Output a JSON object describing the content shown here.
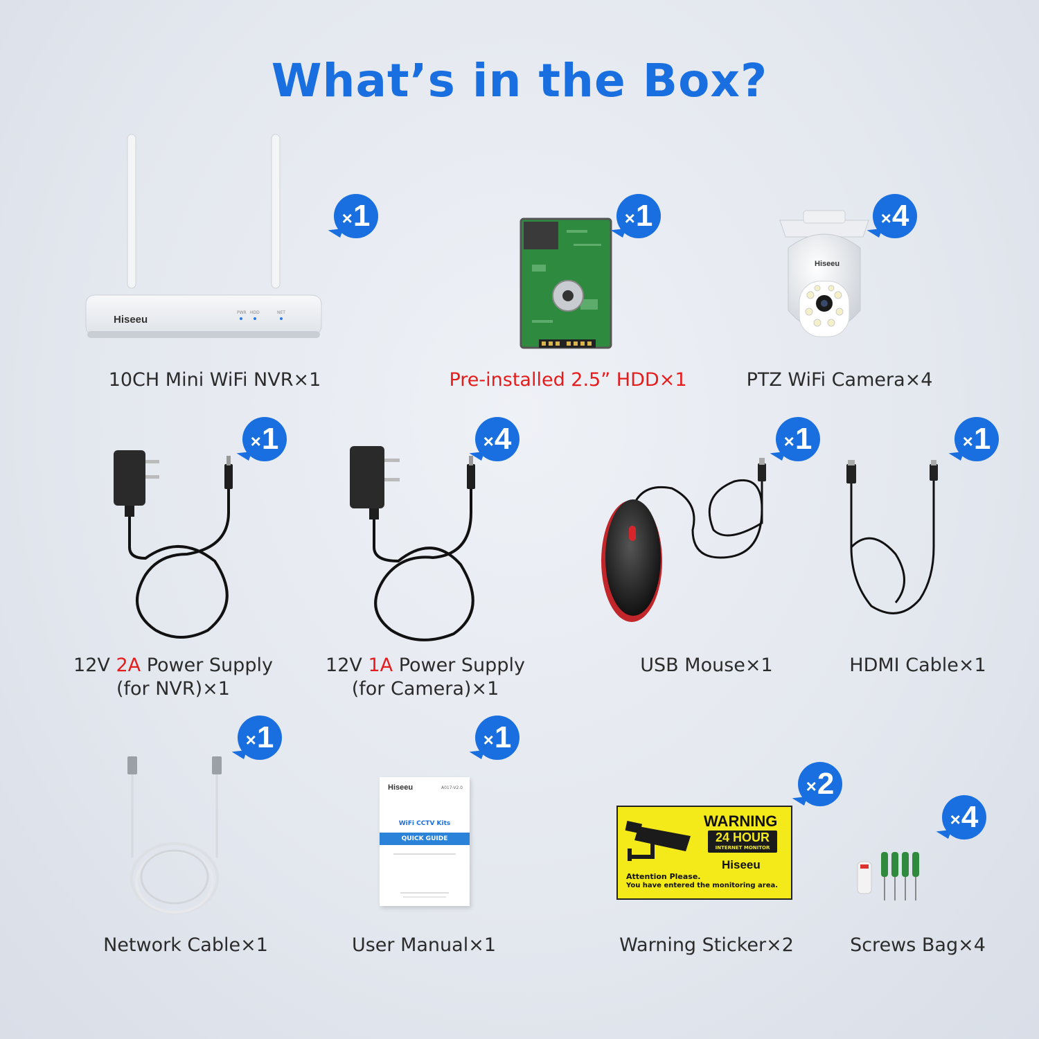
{
  "title": "What’s in the Box?",
  "brand": "Hiseeu",
  "items": [
    {
      "label": "10CH Mini WiFi NVR×1",
      "badge": {
        "x": "×",
        "n": "1"
      }
    },
    {
      "label": "Pre-installed 2.5” HDD×1",
      "badge": {
        "x": "×",
        "n": "1"
      }
    },
    {
      "label": "PTZ WiFi Camera×4",
      "badge": {
        "x": "×",
        "n": "4"
      }
    },
    {
      "label_a": "12V ",
      "label_hl": "2A",
      "label_b": " Power Supply",
      "label_line2": "(for NVR)×1",
      "badge": {
        "x": "×",
        "n": "1"
      }
    },
    {
      "label_a": "12V ",
      "label_hl": "1A",
      "label_b": " Power Supply",
      "label_line2": "(for Camera)×1",
      "badge": {
        "x": "×",
        "n": "4"
      }
    },
    {
      "label": "USB Mouse×1",
      "badge": {
        "x": "×",
        "n": "1"
      }
    },
    {
      "label": "HDMI Cable×1",
      "badge": {
        "x": "×",
        "n": "1"
      }
    },
    {
      "label": "Network Cable×1",
      "badge": {
        "x": "×",
        "n": "1"
      }
    },
    {
      "label": "User Manual×1",
      "badge": {
        "x": "×",
        "n": "1"
      }
    },
    {
      "label": "Warning Sticker×2",
      "badge": {
        "x": "×",
        "n": "2"
      }
    },
    {
      "label": "Screws Bag×4",
      "badge": {
        "x": "×",
        "n": "4"
      }
    }
  ],
  "nvr": {
    "leds": [
      "PWR",
      "HDD",
      "NET"
    ]
  },
  "manual": {
    "code": "A017-V2.0",
    "heading": "WiFi CCTV Kits",
    "bar": "QUICK GUIDE"
  },
  "sticker": {
    "warning": "WARNING",
    "hours": "24 HOUR",
    "monitor": "INTERNET MONITOR",
    "line1": "Attention Please.",
    "line2": "You have entered the monitoring area."
  },
  "colors": {
    "accent": "#1a6fe0",
    "highlight": "#e51c1c",
    "sticker": "#f4ea1a"
  }
}
